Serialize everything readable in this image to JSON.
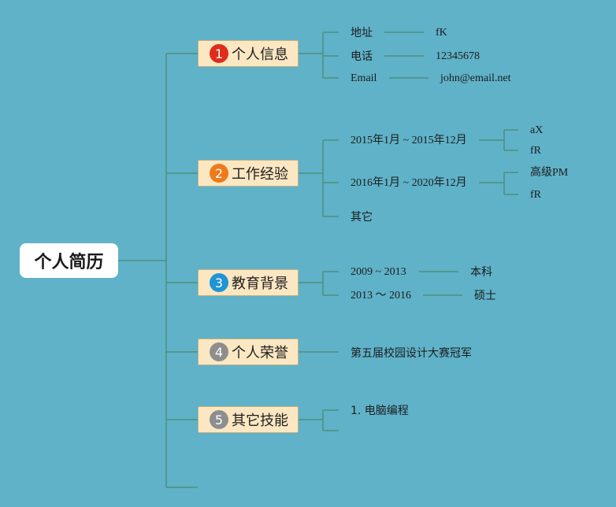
{
  "root": {
    "label": "个人简历"
  },
  "colors": {
    "background": "#5fb2c8",
    "section_fill": "#fbe7c2",
    "connector": "#4f8f7a",
    "badge_1": "#e02c1c",
    "badge_2": "#ef7a1a",
    "badge_3": "#1f94d6",
    "badge_4": "#8e8e8e",
    "badge_5": "#8e8e8e"
  },
  "sections": [
    {
      "num": "1",
      "label": "个人信息",
      "items": [
        {
          "key": "地址",
          "value": "fK"
        },
        {
          "key": "电话",
          "value": "12345678"
        },
        {
          "key": "Email",
          "value": "john@email.net"
        }
      ]
    },
    {
      "num": "2",
      "label": "工作经验",
      "items": [
        {
          "period": "2015年1月 ~ 2015年12月",
          "details": [
            "aX",
            "fR"
          ]
        },
        {
          "period": "2016年1月 ~ 2020年12月",
          "details": [
            "高级PM",
            "fR"
          ]
        },
        {
          "period": "其它"
        }
      ]
    },
    {
      "num": "3",
      "label": "教育背景",
      "items": [
        {
          "period": "2009 ~ 2013",
          "degree": "本科"
        },
        {
          "period": "2013 〜 2016",
          "degree": "硕士"
        }
      ]
    },
    {
      "num": "4",
      "label": "个人荣誉",
      "items": [
        {
          "text": "第五届校园设计大赛冠军"
        }
      ]
    },
    {
      "num": "5",
      "label": "其它技能",
      "items": [
        {
          "text": "1. 电脑编程"
        },
        {
          "text": ""
        }
      ]
    }
  ]
}
